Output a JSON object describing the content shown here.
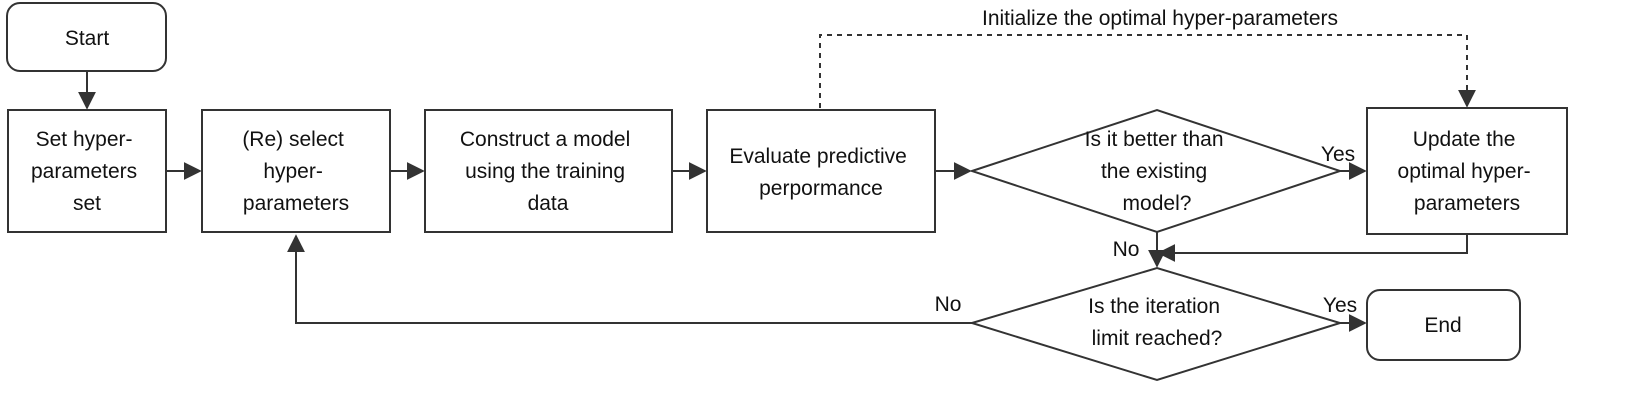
{
  "nodes": {
    "start": "Start",
    "set": [
      "Set hyper-",
      "parameters",
      "set"
    ],
    "reselect": [
      "(Re) select",
      "hyper-",
      "parameters"
    ],
    "construct": [
      "Construct a model",
      "using the training",
      "data"
    ],
    "evaluate": [
      "Evaluate predictive",
      "perpormance"
    ],
    "better": [
      "Is it better than",
      "the existing",
      "model?"
    ],
    "update": [
      "Update the",
      "optimal hyper-",
      "parameters"
    ],
    "iteration": [
      "Is the iteration",
      "limit reached?"
    ],
    "end": "End"
  },
  "labels": {
    "init": "Initialize the optimal hyper-parameters",
    "yes_better": "Yes",
    "no_better": "No",
    "no_iter": "No",
    "yes_iter": "Yes"
  },
  "colors": {
    "stroke": "#333333",
    "fill": "#ffffff",
    "text": "#111111"
  }
}
